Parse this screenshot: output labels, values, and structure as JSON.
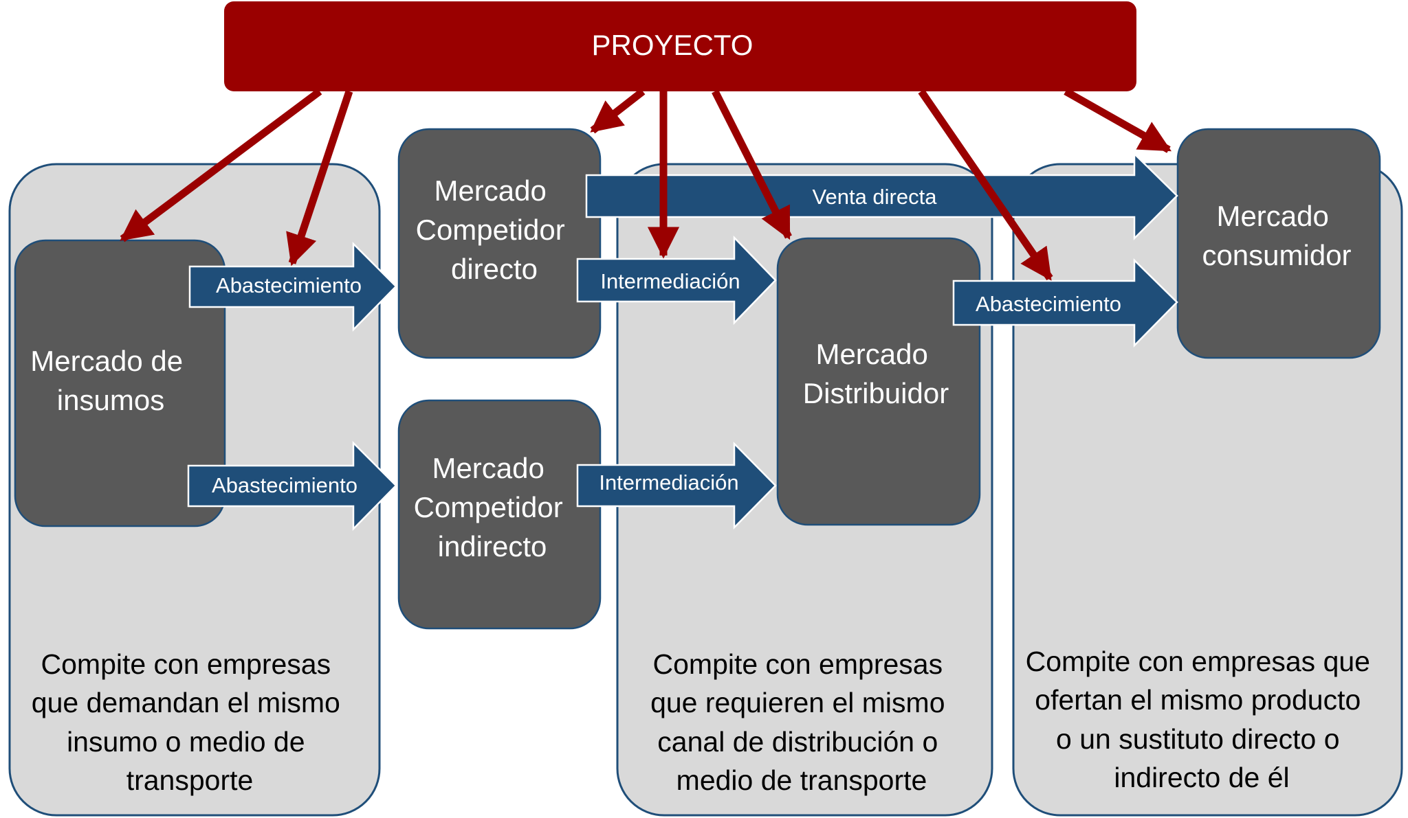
{
  "project": {
    "label": "PROYECTO"
  },
  "markets": {
    "insumos": [
      "Mercado de",
      "insumos"
    ],
    "competidor_directo": [
      "Mercado",
      "Competidor",
      "directo"
    ],
    "competidor_indirecto": [
      "Mercado",
      "Competidor",
      "indirecto"
    ],
    "distribuidor": [
      "Mercado",
      "Distribuidor"
    ],
    "consumidor": [
      "Mercado",
      "consumidor"
    ]
  },
  "flows": {
    "abastecimiento_1": "Abastecimiento",
    "abastecimiento_2": "Abastecimiento",
    "abastecimiento_3": "Abastecimiento",
    "intermediacion_1": "Intermediación",
    "intermediacion_2": "Intermediación",
    "venta_directa": "Venta directa"
  },
  "notes": {
    "insumos": [
      "Compite con empresas",
      "que demandan el mismo",
      "insumo o medio de",
      "transporte"
    ],
    "distribucion": [
      "Compite con empresas",
      "que requieren el mismo",
      "canal de distribución o",
      "medio de transporte"
    ],
    "consumidor": [
      "Compite con empresas que",
      "ofertan el mismo producto",
      "o un sustituto directo o",
      "indirecto de él"
    ]
  },
  "colors": {
    "project": "#9a0000",
    "market_box": "#595959",
    "panel": "#d9d9d9",
    "flow_arrow": "#1f4e79"
  }
}
